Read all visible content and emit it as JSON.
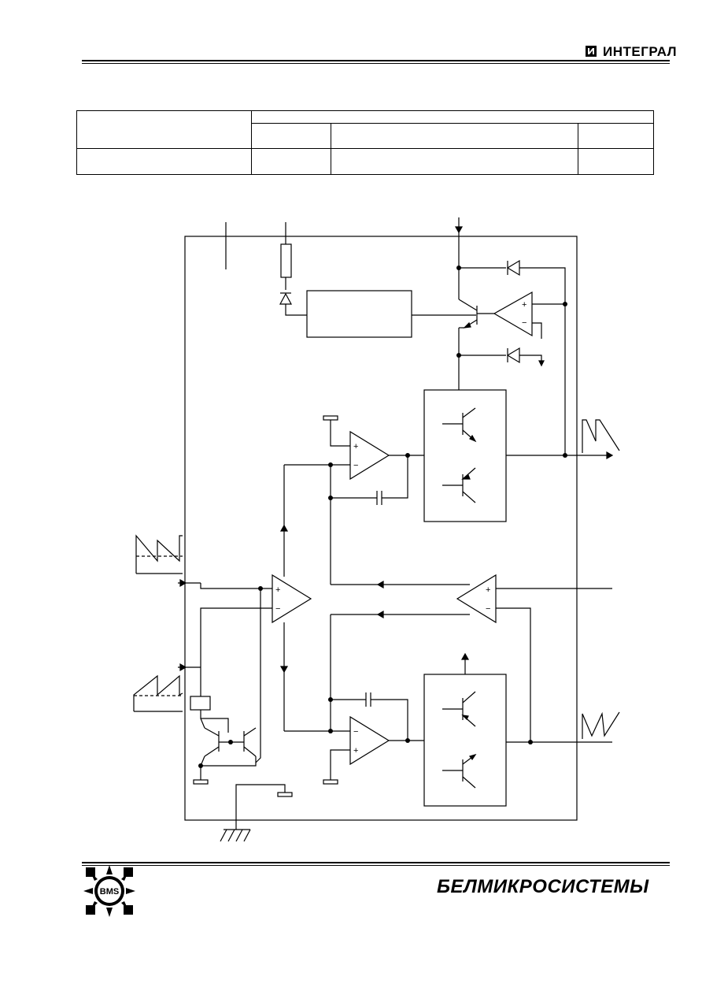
{
  "header": {
    "brand": "ИНТЕГРАЛ"
  },
  "footer": {
    "brand": "БЕЛМИКРОСИСТЕМЫ",
    "logo_text": "BMS"
  },
  "spec_table": {
    "rows": [
      [
        "",
        "",
        "",
        ""
      ],
      [
        "",
        "",
        "",
        ""
      ]
    ]
  },
  "diagram": {
    "sign_plus": "+",
    "sign_minus": "−"
  }
}
